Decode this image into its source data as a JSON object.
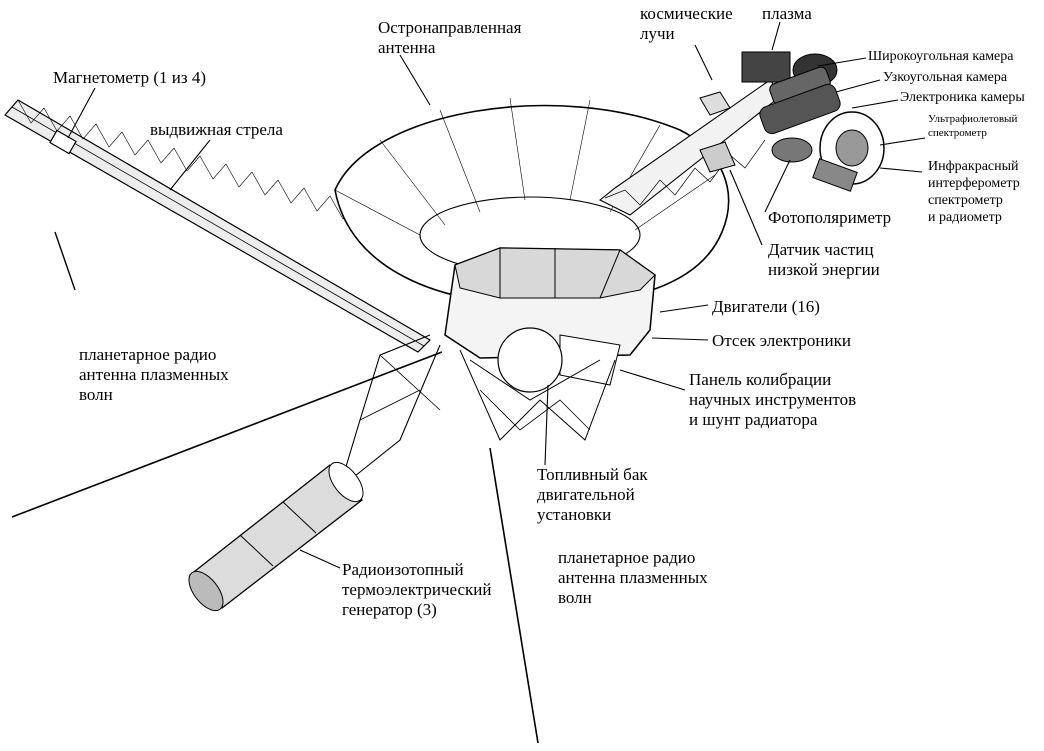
{
  "labels": {
    "magnetometer": "Магнетометр (1 из 4)",
    "boom": "выдвижная стрела",
    "hga": "Остронаправленная\nантенна",
    "cosmic": "космические\nлучи",
    "plasma": "плазма",
    "wide_cam": "Широкоугольная камера",
    "narrow_cam": "Узкоугольная камера",
    "cam_elec": "Электроника камеры",
    "uv_spec": "Ультрафиолетовый\nспектрометр",
    "iris": "Инфракрасный\nинтерферометр\nспектрометр\nи радиометр",
    "photopol": "Фотополяриметр",
    "lecp": "Датчик частиц\nнизкой энергии",
    "thrusters": "Двигатели (16)",
    "bus": "Отсек электроники",
    "cal_panel": "Панель колибрации\nнаучных инструментов\nи шунт радиатора",
    "prw_left": "планетарное радио\nантенна плазменных\nволн",
    "fuel": "Топливный бак\nдвигательной\nустановки",
    "rtg": "Радиоизотопный\nтермоэлектрический\nгенератор (3)",
    "prw_bottom": "планетарное радио\nантенна плазменных\nволн"
  },
  "colors": {
    "ink": "#000000",
    "paper": "#ffffff",
    "shade": "#bbbbbb"
  }
}
